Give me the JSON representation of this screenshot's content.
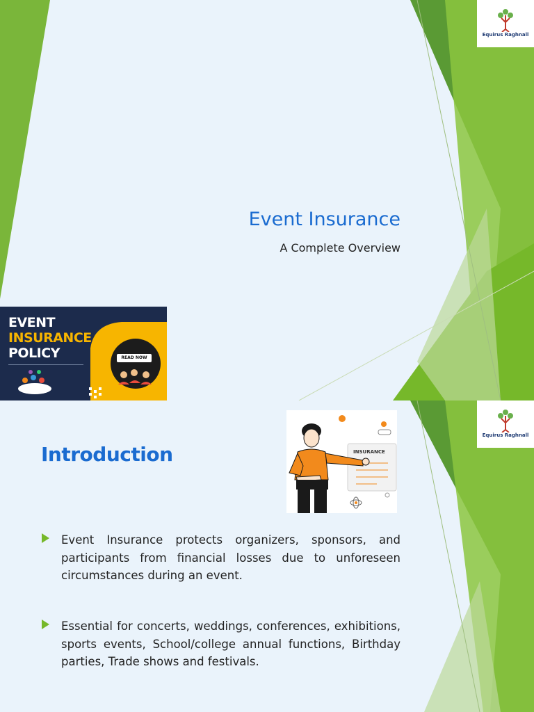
{
  "slide1": {
    "title": "Event Insurance",
    "subtitle": "A Complete Overview",
    "logo_text": "Equirus Raghnall",
    "promo": {
      "line1": "EVENT",
      "line2": "INSURANCE",
      "line3": "POLICY",
      "read_now": "READ NOW"
    }
  },
  "slide2": {
    "logo_text": "Equirus Raghnall",
    "heading": "Introduction",
    "illustration_label": "INSURANCE",
    "bullets": [
      "Event Insurance protects organizers, sponsors, and participants from financial losses due to unforeseen circumstances during an event.",
      "Essential for concerts, weddings, conferences, exhibitions, sports events, School/college annual functions, Birthday parties, Trade shows and festivals."
    ]
  },
  "colors": {
    "background": "#eaf3fb",
    "title_blue": "#1a6bd0",
    "accent_green": "#76b82a",
    "dark_green": "#4a8a2a",
    "promo_navy": "#1c2b4c",
    "promo_yellow": "#f7b500",
    "illustration_orange": "#f28a1c"
  },
  "icons": [
    "tree-logo-icon",
    "bullet-arrow-icon",
    "person-illustration",
    "read-now-badge"
  ]
}
